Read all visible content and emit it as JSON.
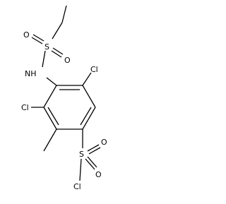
{
  "molecule": {
    "atoms": {
      "s_top": "S",
      "o_top_upper": "O",
      "o_top_right": "O",
      "n_amine": "NH",
      "cl_right": "Cl",
      "cl_left": "Cl",
      "s_bottom": "S",
      "o_bottom_upper": "O",
      "o_bottom_right": "O",
      "cl_bottom": "Cl"
    },
    "colors": {
      "ink": "#000000",
      "background": "#ffffff"
    }
  }
}
